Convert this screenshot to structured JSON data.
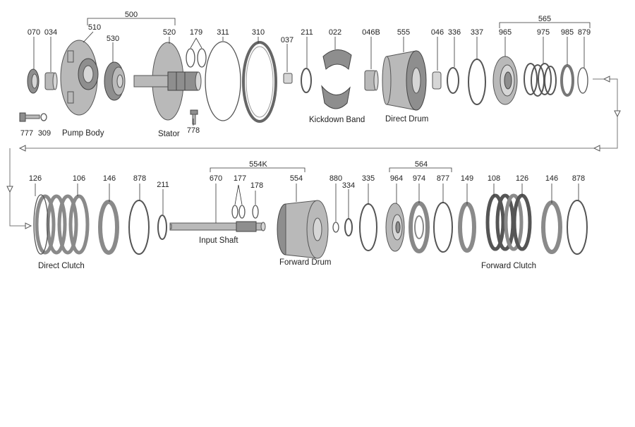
{
  "part_numbers": {
    "p070": "070",
    "p034": "034",
    "p510": "510",
    "p500": "500",
    "p530": "530",
    "p520": "520",
    "p179": "179",
    "p311": "311",
    "p310": "310",
    "p037": "037",
    "p211a": "211",
    "p022": "022",
    "p046b": "046B",
    "p555": "555",
    "p046": "046",
    "p336": "336",
    "p337": "337",
    "p565": "565",
    "p965": "965",
    "p975": "975",
    "p985": "985",
    "p879": "879",
    "p777": "777",
    "p309": "309",
    "p778": "778",
    "p126a": "126",
    "p106": "106",
    "p146a": "146",
    "p878a": "878",
    "p211b": "211",
    "p554k": "554K",
    "p670": "670",
    "p177": "177",
    "p178": "178",
    "p554": "554",
    "p880": "880",
    "p334": "334",
    "p335": "335",
    "p564": "564",
    "p964": "964",
    "p974": "974",
    "p877": "877",
    "p149": "149",
    "p108": "108",
    "p126b": "126",
    "p146b": "146",
    "p878b": "878"
  },
  "captions": {
    "pump_body": "Pump Body",
    "stator": "Stator",
    "kickdown_band": "Kickdown  Band",
    "direct_drum": "Direct Drum",
    "direct_clutch": "Direct Clutch",
    "input_shaft": "Input Shaft",
    "forward_drum": "Forward  Drum",
    "forward_clutch": "Forward  Clutch"
  },
  "colors": {
    "line": "#333333",
    "flow_line": "#777777",
    "metal": "#b9b9b9",
    "metal_dark": "#8e8e8e",
    "background": "#ffffff"
  }
}
